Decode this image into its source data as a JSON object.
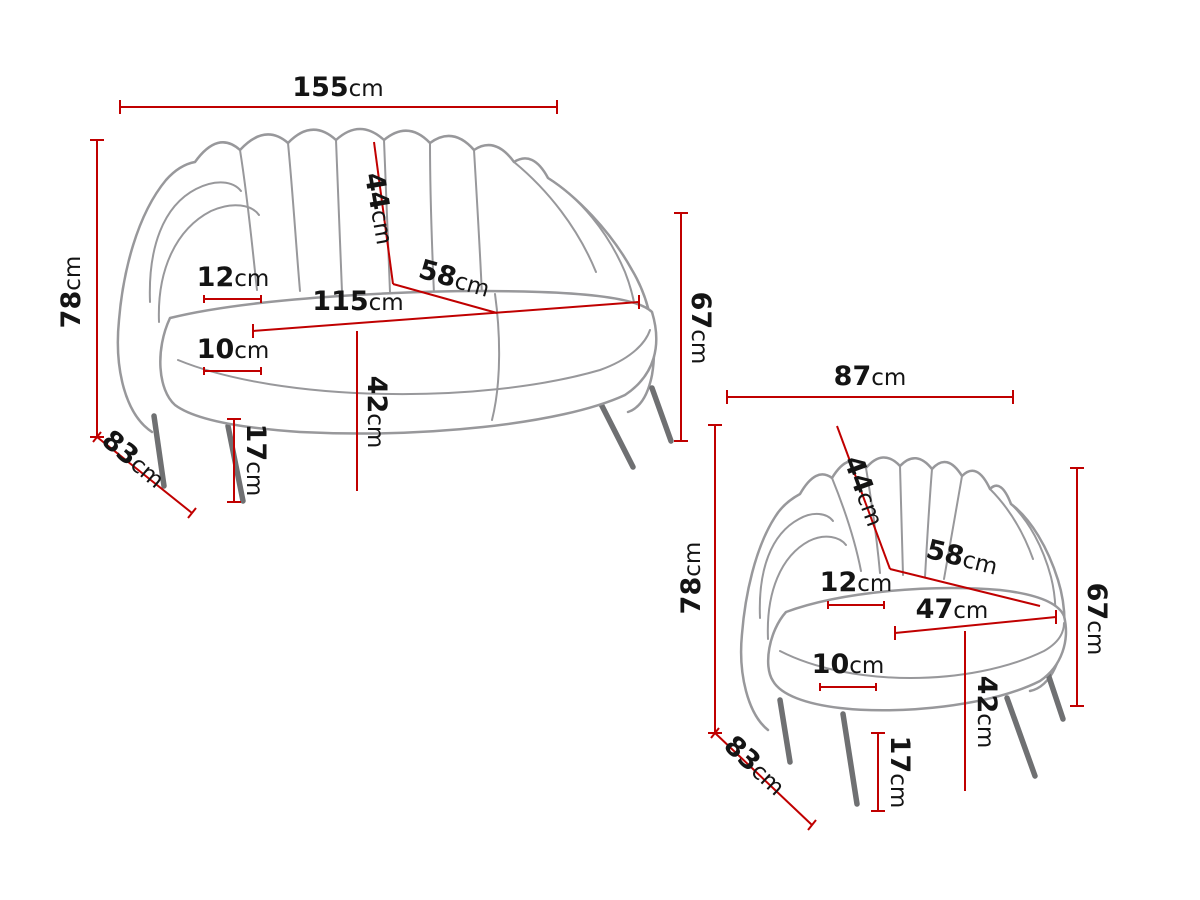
{
  "colors": {
    "dimension_line": "#c00000",
    "furniture_outline": "#98989b",
    "label_text": "#141414",
    "background": "#ffffff"
  },
  "sofa": {
    "width": {
      "v": "155",
      "u": "cm"
    },
    "height": {
      "v": "78",
      "u": "cm"
    },
    "depth": {
      "v": "83",
      "u": "cm"
    },
    "back_height": {
      "v": "44",
      "u": "cm"
    },
    "seat_depth": {
      "v": "58",
      "u": "cm"
    },
    "armrest_width": {
      "v": "12",
      "u": "cm"
    },
    "seat_width": {
      "v": "115",
      "u": "cm"
    },
    "cushion_height": {
      "v": "10",
      "u": "cm"
    },
    "seat_height": {
      "v": "42",
      "u": "cm"
    },
    "leg_height": {
      "v": "17",
      "u": "cm"
    },
    "arm_height": {
      "v": "67",
      "u": "cm"
    }
  },
  "chair": {
    "width": {
      "v": "87",
      "u": "cm"
    },
    "height": {
      "v": "78",
      "u": "cm"
    },
    "depth": {
      "v": "83",
      "u": "cm"
    },
    "back_height": {
      "v": "44",
      "u": "cm"
    },
    "seat_depth": {
      "v": "58",
      "u": "cm"
    },
    "armrest_width": {
      "v": "12",
      "u": "cm"
    },
    "seat_width": {
      "v": "47",
      "u": "cm"
    },
    "cushion_height": {
      "v": "10",
      "u": "cm"
    },
    "seat_height": {
      "v": "42",
      "u": "cm"
    },
    "leg_height": {
      "v": "17",
      "u": "cm"
    },
    "arm_height": {
      "v": "67",
      "u": "cm"
    }
  }
}
